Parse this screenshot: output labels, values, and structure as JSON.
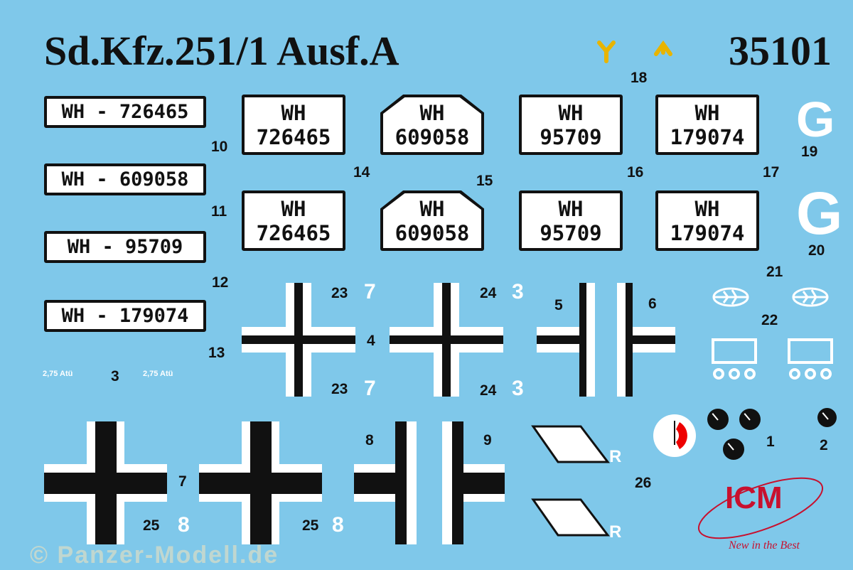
{
  "title": "Sd.Kfz.251/1 Ausf.A",
  "kit_number": "35101",
  "long_plates": [
    "WH - 726465",
    "WH - 609058",
    "WH - 95709",
    "WH - 179074"
  ],
  "plates_row1": [
    {
      "l1": "WH",
      "l2": "726465"
    },
    {
      "l1": "WH",
      "l2": "609058"
    },
    {
      "l1": "WH",
      "l2": "95709"
    },
    {
      "l1": "WH",
      "l2": "179074"
    }
  ],
  "plates_row2": [
    {
      "l1": "WH",
      "l2": "726465"
    },
    {
      "l1": "WH",
      "l2": "609058"
    },
    {
      "l1": "WH",
      "l2": "95709"
    },
    {
      "l1": "WH",
      "l2": "179074"
    }
  ],
  "tyre_pressure": "2,75 Atü",
  "letter_g": "G",
  "letter_r": "R",
  "numbers": {
    "n1": "1",
    "n2": "2",
    "n3": "3",
    "n4": "4",
    "n5": "5",
    "n6": "6",
    "n7": "7",
    "n8": "8",
    "n9": "9",
    "n10": "10",
    "n11": "11",
    "n12": "12",
    "n13": "13",
    "n14": "14",
    "n15": "15",
    "n16": "16",
    "n17": "17",
    "n18": "18",
    "n19": "19",
    "n20": "20",
    "n21": "21",
    "n22": "22",
    "n23": "23",
    "n24": "24",
    "n25": "25",
    "n26": "26"
  },
  "white_numbers": {
    "seven": "7",
    "three": "3",
    "eight": "8"
  },
  "logo": {
    "brand": "ICM",
    "slogan": "New in the Best"
  },
  "watermark": "© Panzer-Modell.de",
  "colors": {
    "background": "#7fc8ea",
    "logo_red": "#c8102e"
  }
}
